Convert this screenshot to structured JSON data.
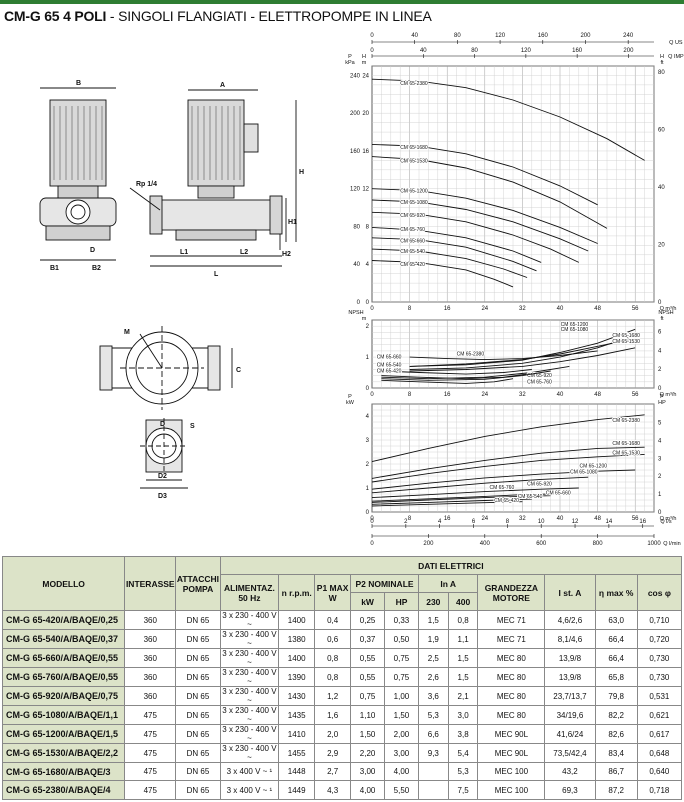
{
  "header": {
    "title_main": "CM-G 65 4 POLI",
    "title_rest": " - SINGOLI FLANGIATI - ELETTROPOMPE IN LINEA",
    "accent_color": "#2e7d32"
  },
  "drawing": {
    "labels": {
      "B": "B",
      "A": "A",
      "H": "H",
      "H1": "H1",
      "H2": "H2",
      "D": "D",
      "B1": "B1",
      "B2": "B2",
      "L": "L",
      "L1": "L1",
      "L2": "L2",
      "Rp": "Rp 1/4",
      "M": "M",
      "C": "C",
      "S": "S",
      "D2": "D2",
      "D3": "D3",
      "Dbot": "D"
    }
  },
  "chart_data": [
    {
      "type": "line",
      "title": "",
      "ylabel": "H m",
      "ylabel_units": [
        "P",
        "kPa",
        "H",
        "m",
        "H",
        "ft"
      ],
      "xlabel": "Q m³/h",
      "top_axis_us_label": "Q US gpm",
      "top_axis_imp_label": "Q IMP gpm",
      "top_us_ticks": [
        "0",
        "40",
        "80",
        "120",
        "160",
        "200",
        "240"
      ],
      "top_imp_ticks": [
        "0",
        "40",
        "80",
        "120",
        "160",
        "200"
      ],
      "x_ticks": [
        "0",
        "8",
        "16",
        "24",
        "32",
        "40",
        "48",
        "56"
      ],
      "y_ticks_m": [
        "0",
        "4",
        "8",
        "12",
        "16",
        "20",
        "24"
      ],
      "y_ticks_kpa": [
        "0",
        "40",
        "80",
        "120",
        "160",
        "200",
        "240"
      ],
      "y_ticks_ft": [
        "0",
        "20",
        "40",
        "60",
        "80"
      ],
      "xlim": [
        0,
        60
      ],
      "ylim": [
        0,
        25
      ],
      "series": [
        {
          "name": "CM 65-2380",
          "x": [
            0,
            10,
            20,
            30,
            40,
            50,
            58
          ],
          "y": [
            23.6,
            23.4,
            22.7,
            21.4,
            19.6,
            17.3,
            15.0
          ]
        },
        {
          "name": "CM 65-1680",
          "x": [
            0,
            10,
            20,
            30,
            40,
            48
          ],
          "y": [
            16.7,
            16.5,
            15.7,
            14.3,
            12.3,
            10.3
          ]
        },
        {
          "name": "CM 65-1530",
          "x": [
            0,
            10,
            20,
            30,
            40,
            50
          ],
          "y": [
            15.4,
            15.1,
            14.2,
            12.7,
            10.6,
            7.8
          ]
        },
        {
          "name": "CM 65-1200",
          "x": [
            0,
            10,
            20,
            30,
            40,
            48
          ],
          "y": [
            12.0,
            11.8,
            11.0,
            9.7,
            7.9,
            6.2
          ]
        },
        {
          "name": "CM 65-1080",
          "x": [
            0,
            10,
            20,
            30,
            40,
            46
          ],
          "y": [
            10.8,
            10.6,
            9.8,
            8.5,
            6.7,
            5.4
          ]
        },
        {
          "name": "CM 65-920",
          "x": [
            0,
            10,
            20,
            30,
            38,
            44
          ],
          "y": [
            9.5,
            9.3,
            8.5,
            7.1,
            5.6,
            4.2
          ]
        },
        {
          "name": "CM 65-760",
          "x": [
            0,
            10,
            20,
            30,
            36
          ],
          "y": [
            7.9,
            7.6,
            6.8,
            5.4,
            4.2
          ]
        },
        {
          "name": "CM 65-660",
          "x": [
            0,
            10,
            20,
            30,
            35
          ],
          "y": [
            6.8,
            6.6,
            5.8,
            4.3,
            3.3
          ]
        },
        {
          "name": "CM 65-540",
          "x": [
            0,
            10,
            20,
            28,
            33
          ],
          "y": [
            5.6,
            5.4,
            4.6,
            3.5,
            2.6
          ]
        },
        {
          "name": "CM 65-420",
          "x": [
            0,
            10,
            20,
            26,
            30
          ],
          "y": [
            4.4,
            4.2,
            3.4,
            2.4,
            1.6
          ]
        }
      ]
    },
    {
      "type": "line",
      "title": "",
      "ylabel": "NPSH m",
      "ylabel_units": [
        "NPSH",
        "m",
        "NPSH",
        "ft"
      ],
      "xlabel": "Q m³/h",
      "x_ticks": [
        "0",
        "8",
        "16",
        "24",
        "32",
        "40",
        "48",
        "56"
      ],
      "y_ticks_m": [
        "0",
        "1",
        "2"
      ],
      "y_ticks_ft": [
        "0",
        "2",
        "4",
        "6"
      ],
      "xlim": [
        0,
        60
      ],
      "ylim": [
        0,
        2.2
      ],
      "series": [
        {
          "name": "CM 65-1200",
          "x": [
            8,
            20,
            32,
            40,
            48,
            56
          ],
          "y": [
            0.7,
            0.75,
            0.9,
            1.15,
            1.45,
            1.9
          ]
        },
        {
          "name": "CM 65-1080",
          "x": [
            8,
            20,
            32,
            40,
            48,
            56
          ],
          "y": [
            0.6,
            0.65,
            0.8,
            1.0,
            1.3,
            1.7
          ]
        },
        {
          "name": "CM 65-1680",
          "x": [
            8,
            20,
            32,
            40,
            48,
            56
          ],
          "y": [
            0.7,
            0.78,
            0.92,
            1.1,
            1.35,
            1.6
          ]
        },
        {
          "name": "CM 65-1530",
          "x": [
            8,
            20,
            32,
            40,
            48,
            56
          ],
          "y": [
            0.55,
            0.6,
            0.7,
            0.85,
            1.05,
            1.3
          ]
        },
        {
          "name": "CM 65-2380",
          "x": [
            8,
            16,
            24,
            32,
            40,
            48
          ],
          "y": [
            1.0,
            0.95,
            0.92,
            0.95,
            1.05,
            1.2
          ]
        },
        {
          "name": "CM 65-660",
          "x": [
            2,
            10,
            20,
            28,
            34
          ],
          "y": [
            0.55,
            0.5,
            0.45,
            0.5,
            0.6
          ]
        },
        {
          "name": "CM 65-540",
          "x": [
            2,
            10,
            20,
            28,
            33
          ],
          "y": [
            0.4,
            0.35,
            0.3,
            0.35,
            0.45
          ]
        },
        {
          "name": "CM 65-420",
          "x": [
            2,
            10,
            20,
            26,
            30
          ],
          "y": [
            0.25,
            0.2,
            0.15,
            0.2,
            0.3
          ]
        },
        {
          "name": "CM 65-920",
          "x": [
            2,
            12,
            24,
            34,
            42
          ],
          "y": [
            0.35,
            0.3,
            0.35,
            0.5,
            0.7
          ]
        },
        {
          "name": "CM 65-760",
          "x": [
            2,
            12,
            24,
            32,
            38
          ],
          "y": [
            0.3,
            0.25,
            0.28,
            0.4,
            0.55
          ]
        }
      ]
    },
    {
      "type": "line",
      "title": "",
      "ylabel": "P kW",
      "ylabel_units": [
        "P",
        "kW",
        "P",
        "HP"
      ],
      "xlabel": "Q m³/h",
      "bottom_axis_ls_label": "Q l/s",
      "bottom_axis_lmin_label": "Q l/min",
      "x_ticks": [
        "0",
        "8",
        "16",
        "24",
        "32",
        "40",
        "48",
        "56"
      ],
      "ls_ticks": [
        "0",
        "2",
        "4",
        "6",
        "8",
        "10",
        "12",
        "14",
        "16"
      ],
      "lmin_ticks": [
        "0",
        "200",
        "400",
        "600",
        "800",
        "1000"
      ],
      "y_ticks_kw": [
        "0",
        "1",
        "2",
        "3",
        "4"
      ],
      "y_ticks_hp": [
        "0",
        "1",
        "2",
        "3",
        "4",
        "5"
      ],
      "xlim": [
        0,
        60
      ],
      "ylim": [
        0,
        4.5
      ],
      "series": [
        {
          "name": "CM 65-2380",
          "x": [
            0,
            12,
            24,
            36,
            48,
            58
          ],
          "y": [
            2.1,
            2.65,
            3.15,
            3.55,
            3.85,
            4.05
          ]
        },
        {
          "name": "CM 65-1680",
          "x": [
            0,
            12,
            24,
            36,
            48,
            58
          ],
          "y": [
            1.4,
            1.8,
            2.15,
            2.45,
            2.65,
            2.7
          ]
        },
        {
          "name": "CM 65-1530",
          "x": [
            0,
            12,
            24,
            36,
            48,
            58
          ],
          "y": [
            1.25,
            1.6,
            1.9,
            2.15,
            2.3,
            2.4
          ]
        },
        {
          "name": "CM 65-1200",
          "x": [
            0,
            12,
            24,
            36,
            48,
            56
          ],
          "y": [
            0.95,
            1.2,
            1.42,
            1.58,
            1.7,
            1.75
          ]
        },
        {
          "name": "CM 65-1080",
          "x": [
            0,
            12,
            24,
            36,
            46
          ],
          "y": [
            0.8,
            1.0,
            1.2,
            1.36,
            1.45
          ]
        },
        {
          "name": "CM 65-920",
          "x": [
            0,
            12,
            24,
            36,
            44
          ],
          "y": [
            0.6,
            0.72,
            0.85,
            0.95,
            1.0
          ]
        },
        {
          "name": "CM 65-760",
          "x": [
            0,
            12,
            24,
            32,
            38
          ],
          "y": [
            0.45,
            0.55,
            0.65,
            0.72,
            0.75
          ]
        },
        {
          "name": "CM 65-660",
          "x": [
            0,
            12,
            24,
            32,
            38
          ],
          "y": [
            0.4,
            0.5,
            0.6,
            0.65,
            0.68
          ]
        },
        {
          "name": "CM 65-540",
          "x": [
            0,
            12,
            24,
            30,
            34
          ],
          "y": [
            0.32,
            0.4,
            0.48,
            0.52,
            0.54
          ]
        },
        {
          "name": "CM 65-420",
          "x": [
            0,
            12,
            22,
            28,
            32
          ],
          "y": [
            0.25,
            0.32,
            0.38,
            0.41,
            0.43
          ]
        }
      ]
    }
  ],
  "table": {
    "h_modello": "MODELLO",
    "h_interasse": "INTERASSE",
    "h_attacchi": "ATTACCHI POMPA",
    "h_dati": "DATI ELETTRICI",
    "h_alim": "ALIMENTAZ. 50 Hz",
    "h_rpm": "n r.p.m.",
    "h_p1": "P1 MAX W",
    "h_p2": "P2 NOMINALE",
    "h_kw": "kW",
    "h_hp": "HP",
    "h_in": "In A",
    "h_230": "230",
    "h_400": "400",
    "h_grand": "GRANDEZZA MOTORE",
    "h_ist": "I st. A",
    "h_eta": "η max %",
    "h_cos": "cos φ",
    "header_bg": "#dce3c8",
    "rows": [
      [
        "CM-G 65-420/A/BAQE/0,25",
        "360",
        "DN 65",
        "3 x 230 - 400 V ~",
        "1400",
        "0,4",
        "0,25",
        "0,33",
        "1,5",
        "0,8",
        "MEC 71",
        "4,6/2,6",
        "63,0",
        "0,710"
      ],
      [
        "CM-G 65-540/A/BAQE/0,37",
        "360",
        "DN 65",
        "3 x 230 - 400 V ~",
        "1380",
        "0,6",
        "0,37",
        "0,50",
        "1,9",
        "1,1",
        "MEC 71",
        "8,1/4,6",
        "66,4",
        "0,720"
      ],
      [
        "CM-G 65-660/A/BAQE/0,55",
        "360",
        "DN 65",
        "3 x 230 - 400 V ~",
        "1400",
        "0,8",
        "0,55",
        "0,75",
        "2,5",
        "1,5",
        "MEC 80",
        "13,9/8",
        "66,4",
        "0,730"
      ],
      [
        "CM-G 65-760/A/BAQE/0,55",
        "360",
        "DN 65",
        "3 x 230 - 400 V ~",
        "1390",
        "0,8",
        "0,55",
        "0,75",
        "2,6",
        "1,5",
        "MEC 80",
        "13,9/8",
        "65,8",
        "0,730"
      ],
      [
        "CM-G 65-920/A/BAQE/0,75",
        "360",
        "DN 65",
        "3 x 230 - 400 V ~",
        "1430",
        "1,2",
        "0,75",
        "1,00",
        "3,6",
        "2,1",
        "MEC 80",
        "23,7/13,7",
        "79,8",
        "0,531"
      ],
      [
        "CM-G 65-1080/A/BAQE/1,1",
        "475",
        "DN 65",
        "3 x 230 - 400 V ~",
        "1435",
        "1,6",
        "1,10",
        "1,50",
        "5,3",
        "3,0",
        "MEC 80",
        "34/19,6",
        "82,2",
        "0,621"
      ],
      [
        "CM-G 65-1200/A/BAQE/1,5",
        "475",
        "DN 65",
        "3 x 230 - 400 V ~",
        "1410",
        "2,0",
        "1,50",
        "2,00",
        "6,6",
        "3,8",
        "MEC 90L",
        "41,6/24",
        "82,6",
        "0,617"
      ],
      [
        "CM-G 65-1530/A/BAQE/2,2",
        "475",
        "DN 65",
        "3 x 230 - 400 V ~",
        "1455",
        "2,9",
        "2,20",
        "3,00",
        "9,3",
        "5,4",
        "MEC 90L",
        "73,5/42,4",
        "83,4",
        "0,648"
      ],
      [
        "CM-G 65-1680/A/BAQE/3",
        "475",
        "DN 65",
        "3 x 400 V ~ ¹",
        "1448",
        "2,7",
        "3,00",
        "4,00",
        "",
        "5,3",
        "MEC 100",
        "43,2",
        "86,7",
        "0,640"
      ],
      [
        "CM-G 65-2380/A/BAQE/4",
        "475",
        "DN 65",
        "3 x 400 V ~ ¹",
        "1449",
        "4,3",
        "4,00",
        "5,50",
        "",
        "7,5",
        "MEC 100",
        "69,3",
        "87,2",
        "0,718"
      ]
    ]
  }
}
